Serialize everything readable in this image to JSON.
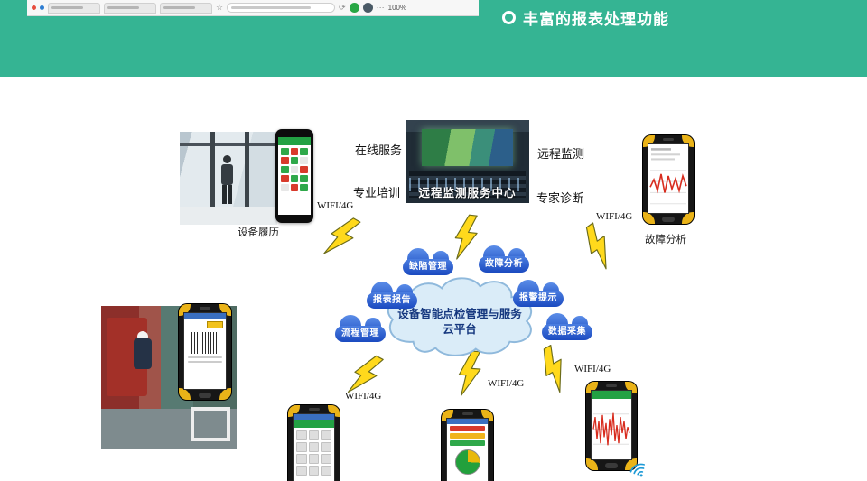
{
  "slide": {
    "title": "丰富的报表处理功能"
  },
  "browser": {
    "zoom_level": "100%",
    "star_icon": "☆",
    "refresh_icon": "⟳",
    "menu_icon": "⋯"
  },
  "center_cloud": {
    "line1": "设备智能点检管理与服务",
    "line2": "云平台"
  },
  "mini_clouds": [
    {
      "label": "缺陷管理"
    },
    {
      "label": "故障分析"
    },
    {
      "label": "报表报告"
    },
    {
      "label": "报警提示"
    },
    {
      "label": "流程管理"
    },
    {
      "label": "数据采集"
    }
  ],
  "labels": {
    "online_service": "在线服务",
    "remote_monitoring": "远程监测",
    "professional_training": "专业培训",
    "expert_diagnosis": "专家诊断",
    "device_history": "设备履历",
    "fault_analysis": "故障分析",
    "control_center": "远程监测服务中心",
    "wifi": "WIFI/4G"
  },
  "colors": {
    "header_teal": "#35b493",
    "cloud_blue": "#2458c8",
    "big_cloud_fill": "#daecf8",
    "bolt_yellow": "#ffd91c",
    "phone_yellow": "#eab318"
  }
}
